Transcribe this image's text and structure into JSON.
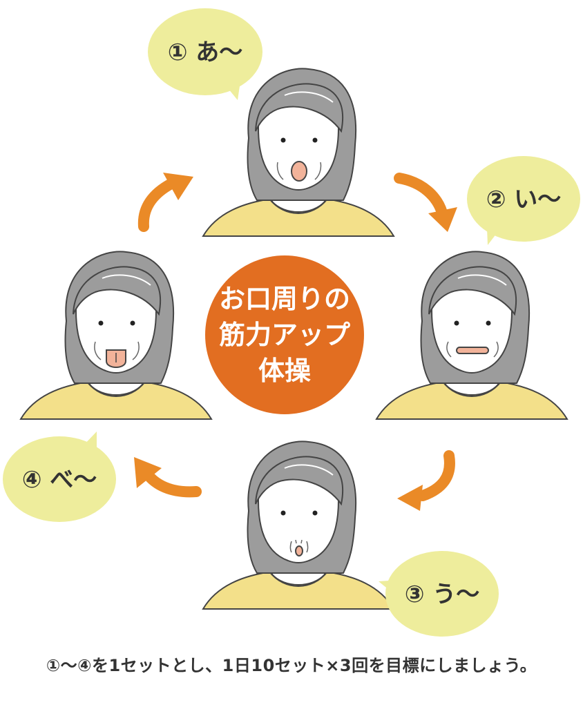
{
  "colors": {
    "bubble": "#eeed9c",
    "arrow": "#ea8a27",
    "center": "#e26e21",
    "hair": "#9c9c9c",
    "skin": "#ffffff",
    "shirt": "#f3e08a",
    "text": "#333333"
  },
  "steps": [
    {
      "label": "① あ～",
      "mouth": "open-a"
    },
    {
      "label": "② い～",
      "mouth": "wide-i"
    },
    {
      "label": "③ う～",
      "mouth": "pucker-u"
    },
    {
      "label": "④ べ～",
      "mouth": "tongue-be"
    }
  ],
  "center": {
    "line1": "お口周りの",
    "line2": "筋力アップ",
    "line3": "体操"
  },
  "caption": "①～④を1セットとし、1日10セット×3回を目標にしましょう。"
}
